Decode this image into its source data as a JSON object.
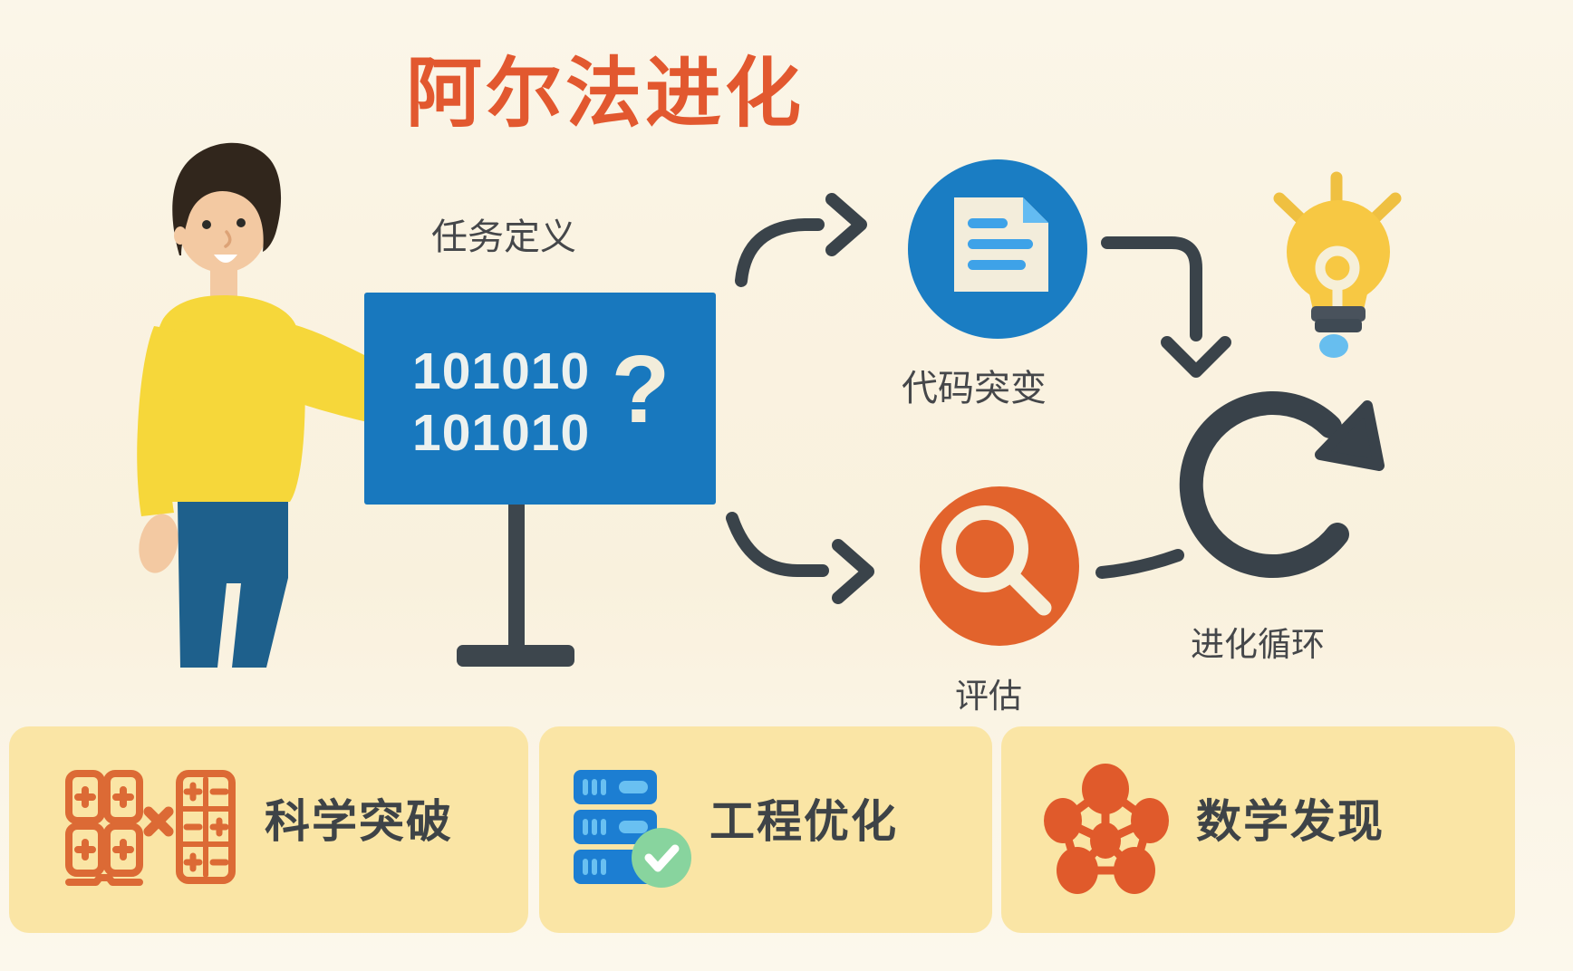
{
  "title": "阿尔法进化",
  "flow": {
    "task_label": "任务定义",
    "mutation_label": "代码突变",
    "evaluation_label": "评估",
    "loop_label": "进化循环"
  },
  "board": {
    "line1": "101010",
    "line2": "101010",
    "question": "?"
  },
  "cards": [
    {
      "label": "科学突破",
      "icon": "calculator-pair-icon"
    },
    {
      "label": "工程优化",
      "icon": "server-stack-check-icon"
    },
    {
      "label": "数学发现",
      "icon": "molecule-network-icon"
    }
  ],
  "icons": {
    "mutation": "document-icon",
    "evaluation": "magnifier-icon",
    "loop": "cycle-arrow-icon",
    "idea": "lightbulb-icon",
    "presenter": "person-figure"
  },
  "colors": {
    "background": "#FAF4E3",
    "accent_orange": "#E2582F",
    "board_blue": "#1878BE",
    "node_blue": "#1A7DC3",
    "node_orange": "#E2632C",
    "arrow_charcoal": "#3A434A",
    "card_yellow": "#FAE5A5",
    "bulb_yellow": "#F7C843",
    "check_green": "#88D49E",
    "server_blue": "#1C7ED2",
    "icon_orange": "#DC6A35",
    "text_dark": "#3F4449"
  }
}
